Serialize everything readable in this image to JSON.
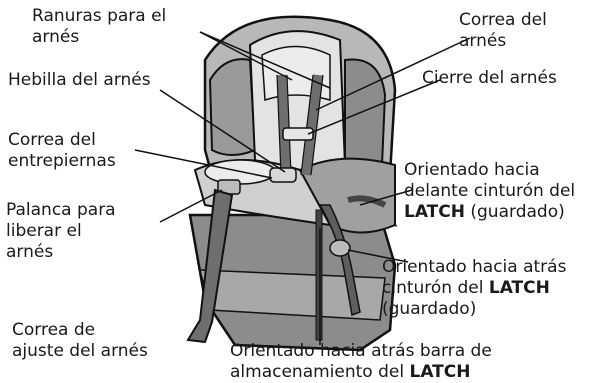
{
  "labels": {
    "harness_slots": [
      "Ranuras para el",
      "arnés"
    ],
    "harness_strap": [
      "Correa del",
      "arnés"
    ],
    "harness_buckle": [
      "Hebilla del arnés"
    ],
    "harness_clip": [
      "Cierre del arnés"
    ],
    "crotch_strap": [
      "Correa del",
      "entrepiernas"
    ],
    "forward_latch": {
      "lines": [
        "Orientado hacia",
        "delante cinturón del"
      ],
      "bold": "LATCH",
      "tail": " (guardado)"
    },
    "release_lever": [
      "Palanca para",
      "liberar el",
      "arnés"
    ],
    "rear_latch_belt": {
      "line1": "Orientado hacia atrás",
      "line2_pre": "cinturón del ",
      "bold": "LATCH",
      "line3": "(guardado)"
    },
    "adjust_strap": [
      "Correa de",
      "ajuste del arnés"
    ],
    "rear_latch_bar": {
      "line1": "Orientado hacia atrás barra de",
      "line2_pre": "almacenamiento del ",
      "bold": "LATCH"
    }
  },
  "colors": {
    "outline": "#111111",
    "seat_dark": "#8c8c8c",
    "seat_mid": "#b8b8b8",
    "seat_light": "#dcdcdc",
    "seat_pale": "#ececec",
    "strap": "#6e6e6e"
  }
}
